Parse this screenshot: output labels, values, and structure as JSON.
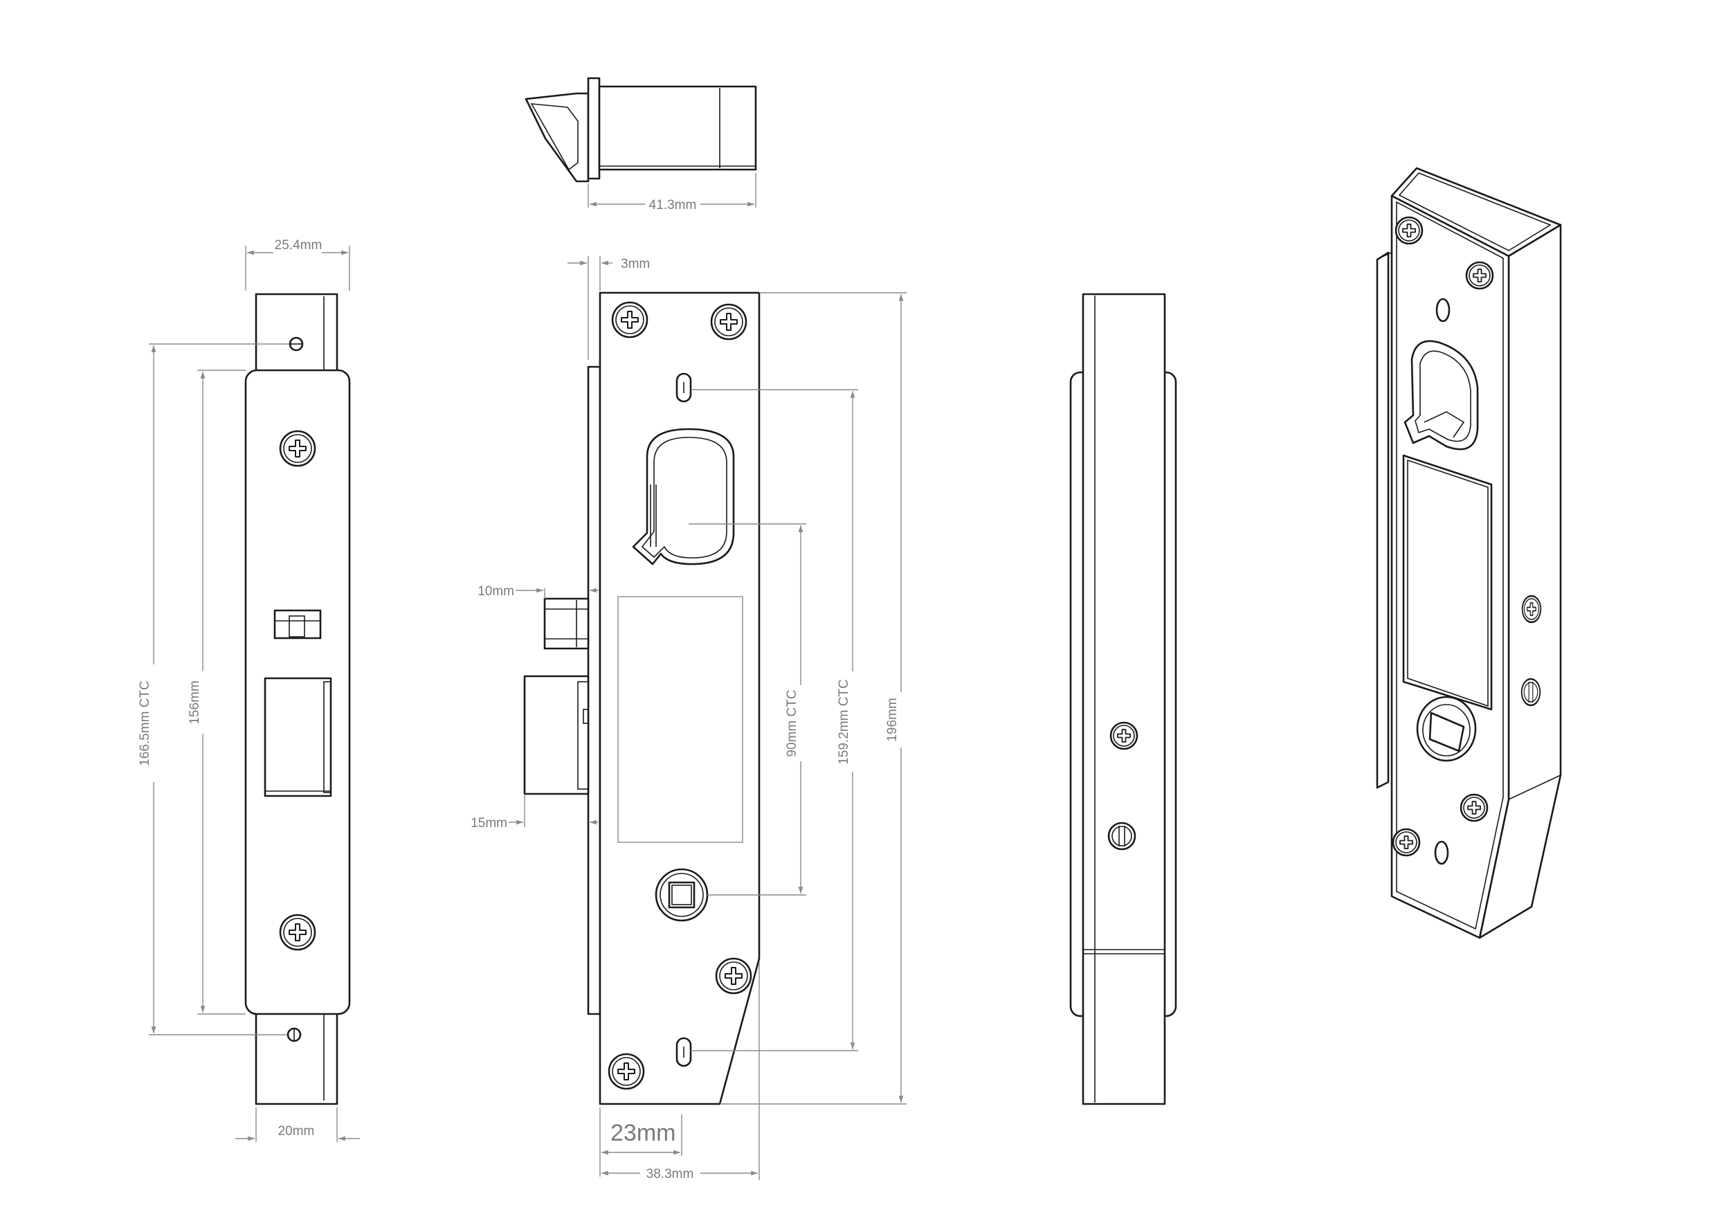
{
  "dimensions": {
    "bolt_length": "41.3mm",
    "faceplate_width": "25.4mm",
    "case_width": "20mm",
    "screw_ctc_outer": "166.5mm CTC",
    "faceplate_length": "156mm",
    "offset_top": "3mm",
    "latch_projection": "10mm",
    "deadbolt_projection": "15mm",
    "ctc_90": "90mm CTC",
    "ctc_159": "159.2mm CTC",
    "body_height": "196mm",
    "backset": "23mm",
    "body_depth": "38.3mm"
  },
  "colors": {
    "line": "#1a1a1a",
    "dimension": "#8a8a8a"
  },
  "icons": [
    "phillips-screw-icon",
    "slotted-screw-icon",
    "square-spindle-icon"
  ]
}
